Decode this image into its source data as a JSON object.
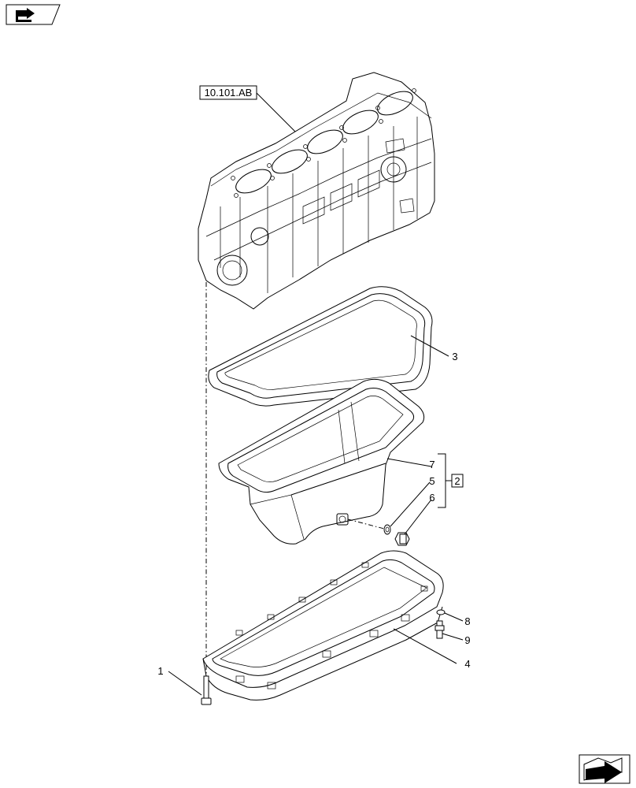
{
  "reference_label": "10.101.AB",
  "callouts": {
    "c1": "1",
    "c2": "2",
    "c3": "3",
    "c4": "4",
    "c5": "5",
    "c6": "6",
    "c7": "7",
    "c8": "8",
    "c9": "9"
  },
  "icons": {
    "top_left": "book-arrow-icon",
    "bottom_right": "next-page-arrow-icon"
  }
}
